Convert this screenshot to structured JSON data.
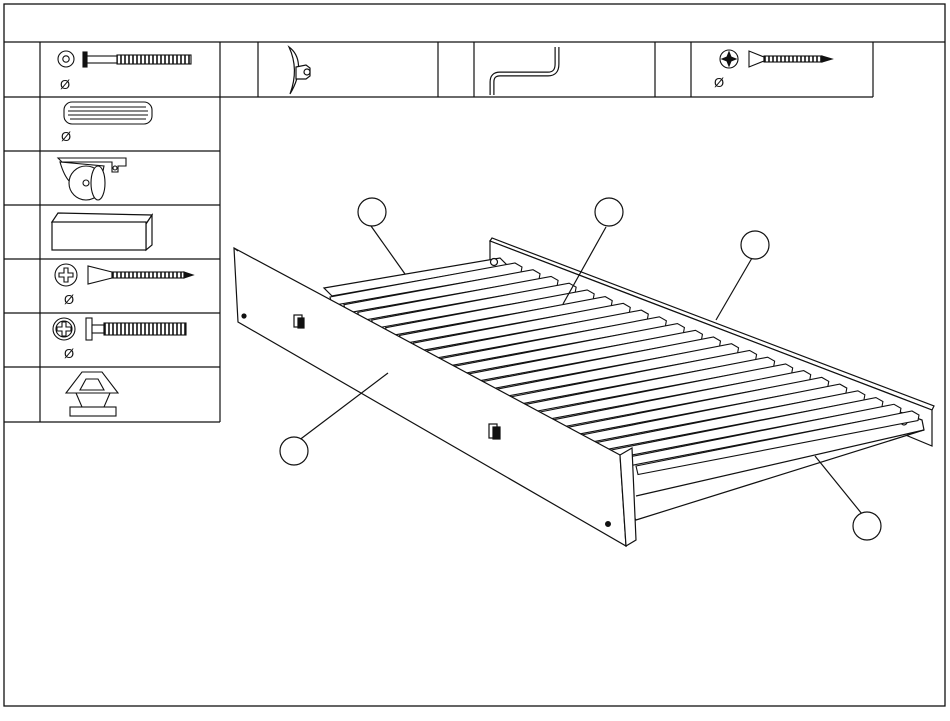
{
  "header": {
    "title": ""
  },
  "hardware_parts": [
    {
      "id": "bolt-with-barrel-nut",
      "qty": "",
      "diameter_symbol": "Ø",
      "icon": "bolt-with-cam-washer-icon"
    },
    {
      "id": "cam-lock",
      "qty": "",
      "icon": "cam-lock-icon"
    },
    {
      "id": "allen-key",
      "qty": "",
      "icon": "allen-key-icon"
    },
    {
      "id": "wood-screw",
      "qty": "",
      "diameter_symbol": "Ø",
      "icon": "wood-screw-icon"
    },
    {
      "id": "wooden-dowel",
      "qty": "",
      "diameter_symbol": "Ø",
      "icon": "wooden-dowel-icon"
    },
    {
      "id": "caster-wheel",
      "qty": "",
      "icon": "caster-wheel-icon"
    },
    {
      "id": "wood-block",
      "qty": "",
      "icon": "wood-block-icon"
    },
    {
      "id": "countersunk-screw",
      "qty": "",
      "diameter_symbol": "Ø",
      "icon": "countersunk-screw-icon"
    },
    {
      "id": "machine-bolt",
      "qty": "",
      "diameter_symbol": "Ø",
      "icon": "machine-bolt-icon"
    },
    {
      "id": "drawer-knob",
      "qty": "",
      "icon": "drawer-knob-icon"
    }
  ],
  "callouts": [
    {
      "id": "callout-top-slat-rail",
      "label": ""
    },
    {
      "id": "callout-slats",
      "label": ""
    },
    {
      "id": "callout-back-panel",
      "label": ""
    },
    {
      "id": "callout-front-panel",
      "label": ""
    },
    {
      "id": "callout-end-rail",
      "label": ""
    }
  ],
  "drawing": {
    "slat_count": 23
  }
}
